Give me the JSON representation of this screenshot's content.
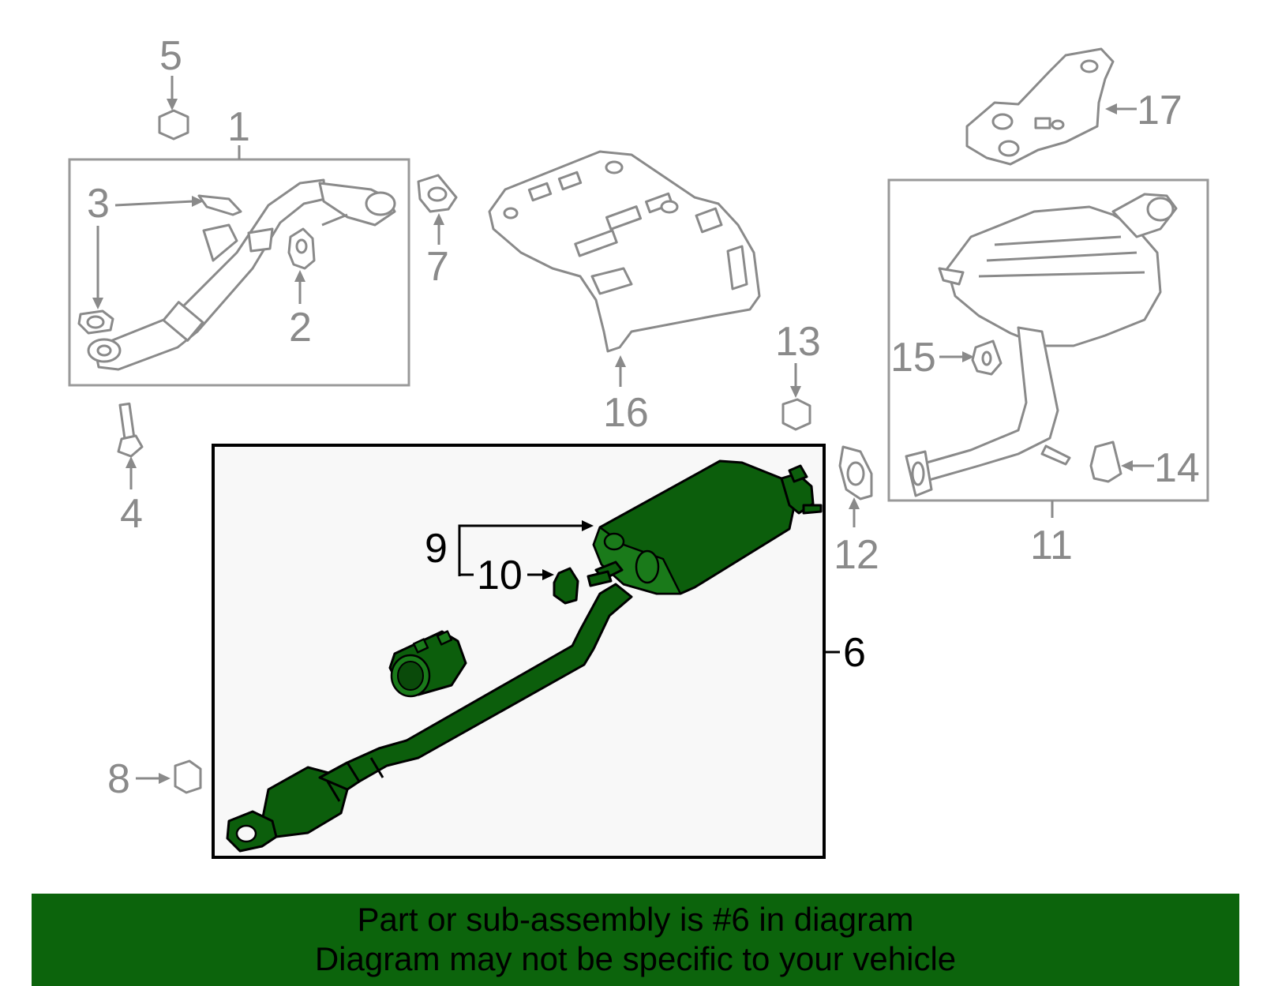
{
  "diagram": {
    "callouts": {
      "c1": "1",
      "c2": "2",
      "c3": "3",
      "c4": "4",
      "c5": "5",
      "c6": "6",
      "c7": "7",
      "c8": "8",
      "c9": "9",
      "c10": "10",
      "c11": "11",
      "c12": "12",
      "c13": "13",
      "c14": "14",
      "c15": "15",
      "c16": "16",
      "c17": "17"
    },
    "highlighted_part": "6",
    "colors": {
      "highlight": "#0c5e0c",
      "inactive": "#8a8a8a",
      "banner": "#0c640c"
    }
  },
  "banner": {
    "line1": "Part or sub-assembly is #6 in diagram",
    "line2": "Diagram may not be specific to your vehicle"
  }
}
